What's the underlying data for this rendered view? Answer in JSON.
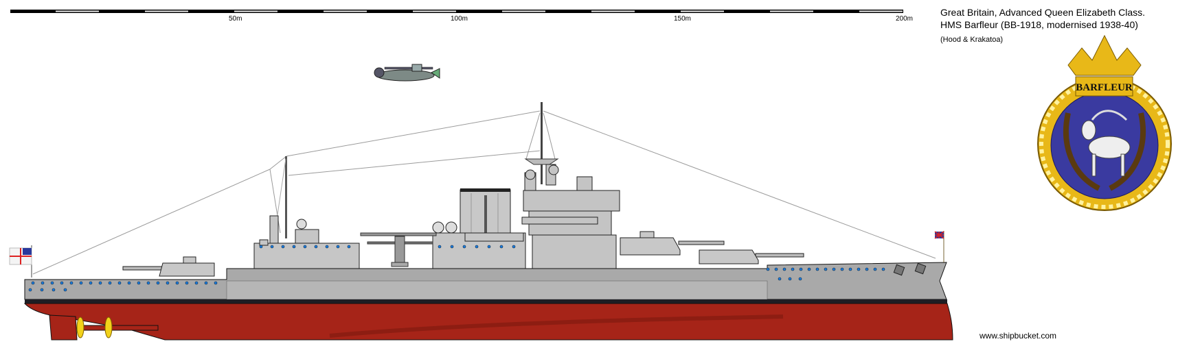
{
  "header": {
    "title_line1": "Great Britain, Advanced Queen Elizabeth Class.",
    "title_line2": "HMS Barfleur (BB-1918, modernised 1938-40)",
    "credits": "(Hood & Krakatoa)"
  },
  "scale_bar": {
    "labels": [
      "50m",
      "100m",
      "150m",
      "200m"
    ],
    "segment_length_m": 10,
    "total_length_m": 200
  },
  "crest": {
    "name": "BARFLEUR",
    "emblem": "goat-with-laurel-wreath"
  },
  "footer": {
    "website": "www.shipbucket.com"
  },
  "colors": {
    "hull_gray": "#a9a9a9",
    "superstructure_gray": "#c6c6c6",
    "antifouling_red": "#a62418",
    "boot_top": "#1e1e24",
    "porthole_blue": "#1b7de0",
    "propeller_yellow": "#f2d21a",
    "crest_gold": "#e8b818",
    "crest_blue": "#3a3aa0"
  }
}
